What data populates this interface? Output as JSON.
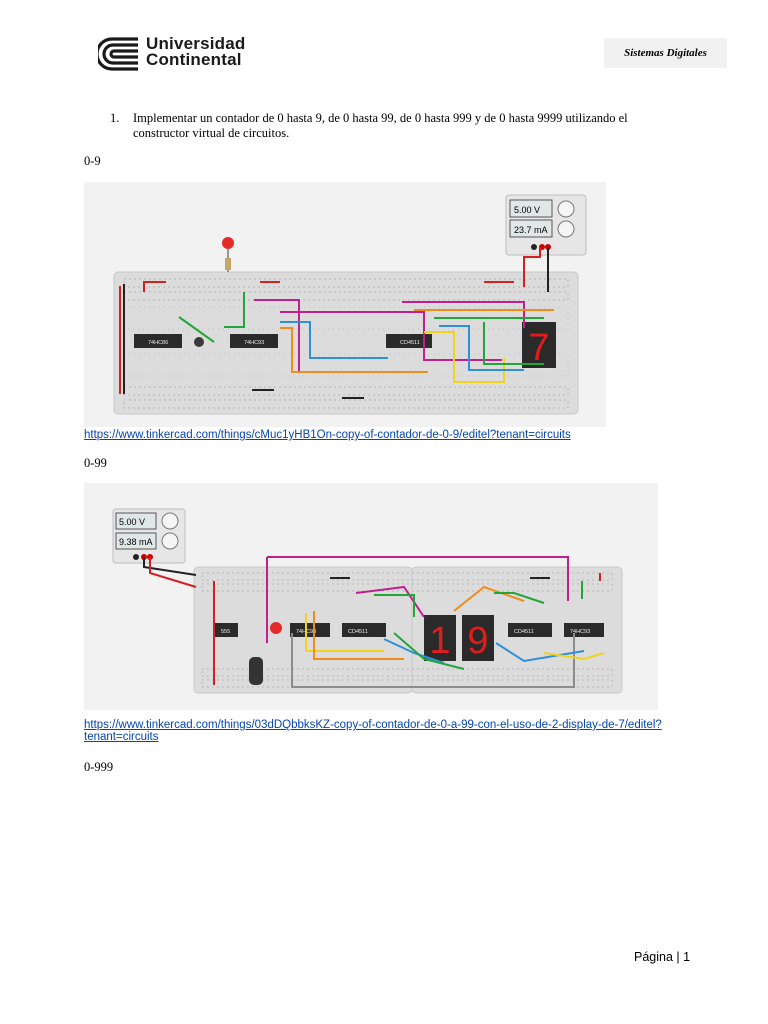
{
  "header": {
    "logo_line1": "Universidad",
    "logo_line2": "Continental",
    "course": "Sistemas Digitales"
  },
  "task": {
    "number": "1.",
    "text": "Implementar un contador de 0 hasta 9, de 0 hasta 99, de 0 hasta 999 y de 0 hasta 9999 utilizando el constructor virtual de circuitos."
  },
  "sections": [
    {
      "label": "0-9",
      "link": "https://www.tinkercad.com/things/cMuc1yHB1On-copy-of-contador-de-0-9/editel?tenant=circuits",
      "psu": {
        "voltage": "5.00 V",
        "current": "23.7 mA"
      },
      "chips": [
        "74HC86",
        "74HC93",
        "CD4511"
      ],
      "display_digits": [
        "7"
      ]
    },
    {
      "label": "0-99",
      "link_line1": "https://www.tinkercad.com/things/03dDQbbksKZ-copy-of-contador-de-0-a-99-con-el-uso-de-2-display-de-7/editel?",
      "link_line2": "tenant=circuits",
      "psu": {
        "voltage": "5.00 V",
        "current": "9.38 mA"
      },
      "chips": [
        "555",
        "74HC93",
        "CD4511",
        "CD4511",
        "74HC93"
      ],
      "display_digits": [
        "1",
        "9"
      ]
    },
    {
      "label": "0-999"
    }
  ],
  "footer": {
    "page_label": "Página",
    "separator": "|",
    "page_number": "1"
  },
  "colors": {
    "link": "#0645ad",
    "breadboard": "#d9d9d9",
    "chip": "#2b2b2b",
    "display_on": "#e21b1b"
  }
}
